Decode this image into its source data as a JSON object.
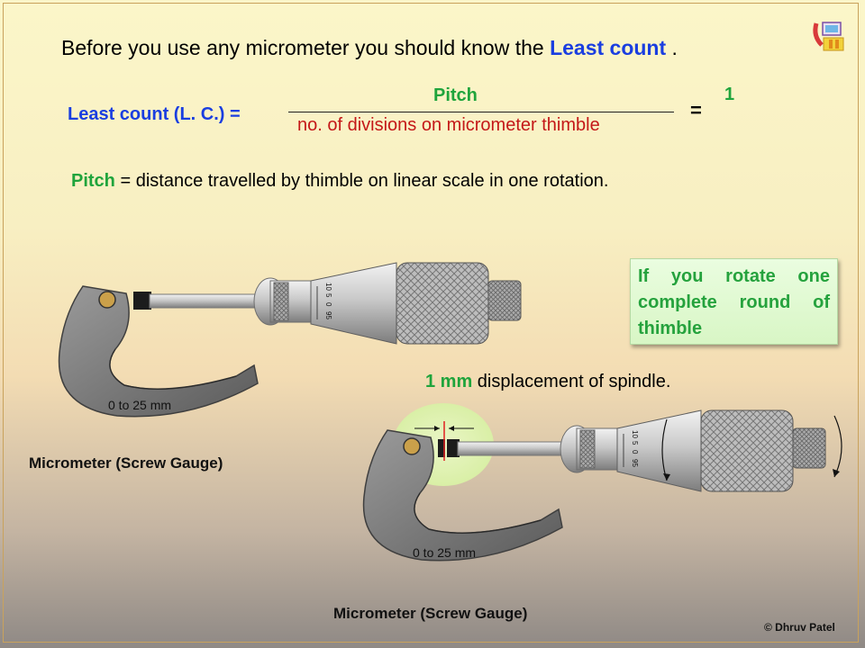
{
  "heading": {
    "text": "Before you use any micrometer you should know the ",
    "highlight": "Least count",
    "end": " ."
  },
  "formula": {
    "label": "Least count (L. C.) =",
    "numerator": "Pitch",
    "denominator": "no. of divisions on micrometer  thimble",
    "equals": "=",
    "result": "1"
  },
  "pitch_definition": {
    "term": "Pitch",
    "text": " = distance travelled by thimble on linear scale in one rotation."
  },
  "note_box": {
    "text": "If you rotate one complete round of thimble"
  },
  "displacement": {
    "amount": "1 mm",
    "text": " displacement of spindle."
  },
  "micrometer_1": {
    "range": "0 to 25 mm",
    "caption": "Micrometer (Screw Gauge)",
    "scale_marks": [
      "10",
      "5",
      "0",
      "95"
    ]
  },
  "micrometer_2": {
    "range": "0 to 25 mm",
    "caption": "Micrometer (Screw Gauge)",
    "scale_marks": [
      "10",
      "5",
      "0",
      "95"
    ]
  },
  "credit": "© Dhruv Patel",
  "colors": {
    "blue": "#1a3ee0",
    "green": "#1fa43c",
    "red": "#c41818"
  }
}
